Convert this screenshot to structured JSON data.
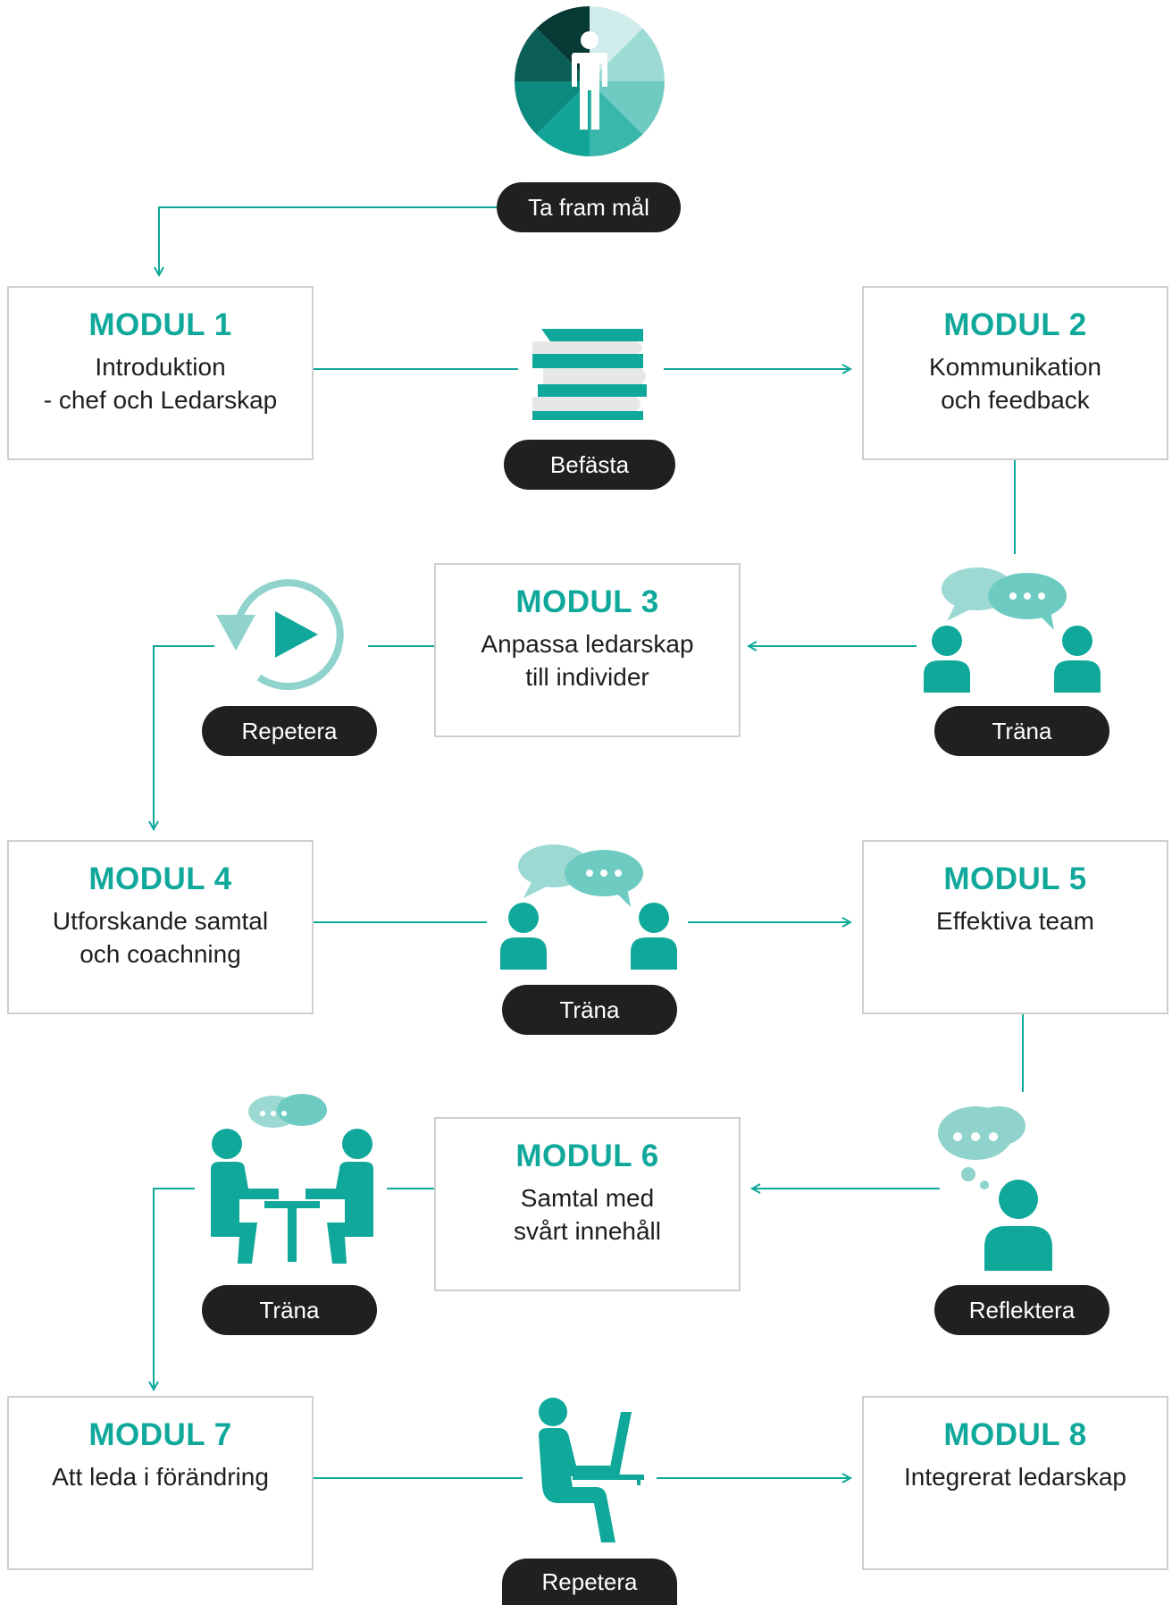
{
  "goal_label": "Ta fram mål",
  "modules": [
    {
      "title": "MODUL 1",
      "desc": "Introduktion\n- chef och Ledarskap"
    },
    {
      "title": "MODUL 2",
      "desc": "Kommunikation\noch feedback"
    },
    {
      "title": "MODUL 3",
      "desc": "Anpassa ledarskap\ntill individer"
    },
    {
      "title": "MODUL 4",
      "desc": "Utforskande samtal\noch coachning"
    },
    {
      "title": "MODUL 5",
      "desc": "Effektiva team"
    },
    {
      "title": "MODUL 6",
      "desc": "Samtal med\nsvårt innehåll"
    },
    {
      "title": "MODUL 7",
      "desc": "Att leda i förändring"
    },
    {
      "title": "MODUL 8",
      "desc": "Integrerat ledarskap"
    }
  ],
  "steps": [
    {
      "label": "Befästa",
      "icon": "books-icon"
    },
    {
      "label": "Träna",
      "icon": "conversation-icon"
    },
    {
      "label": "Repetera",
      "icon": "replay-icon"
    },
    {
      "label": "Träna",
      "icon": "conversation-icon"
    },
    {
      "label": "Reflektera",
      "icon": "thinking-person-icon"
    },
    {
      "label": "Träna",
      "icon": "table-meeting-icon"
    },
    {
      "label": "Repetera",
      "icon": "laptop-person-icon"
    }
  ],
  "colors": {
    "accent": "#10a89b",
    "accent_dark": "#0a7f75",
    "accent_light": "#8fd3cc",
    "pill": "#202020",
    "border": "#cfcfcf"
  }
}
